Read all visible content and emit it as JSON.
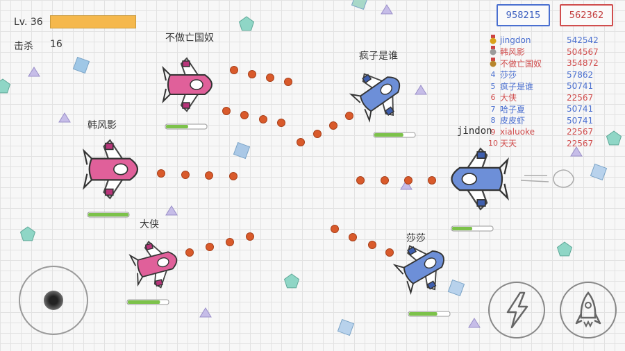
{
  "hud": {
    "level_label": "Lv. 36",
    "kills_label": "击杀",
    "kills_value": "16",
    "xp_fraction": 1.0
  },
  "teams": {
    "blue_score": "958215",
    "red_score": "562362",
    "blue_color": "#4a6fd0",
    "red_color": "#d04d4d"
  },
  "leaderboard": [
    {
      "rank": "",
      "icon": "gold-medal-icon",
      "name": "jingdon",
      "score": "542542",
      "team": "blue"
    },
    {
      "rank": "",
      "icon": "silver-medal-icon",
      "name": "韩风影",
      "score": "504567",
      "team": "red"
    },
    {
      "rank": "",
      "icon": "bronze-medal-icon",
      "name": "不做亡国奴",
      "score": "354872",
      "team": "red"
    },
    {
      "rank": "4",
      "name": "莎莎",
      "score": "57862",
      "team": "blue"
    },
    {
      "rank": "5",
      "name": "疯子是谁",
      "score": "50741",
      "team": "blue"
    },
    {
      "rank": "6",
      "name": "大侠",
      "score": "22567",
      "team": "red"
    },
    {
      "rank": "7",
      "name": "哈子夏",
      "score": "50741",
      "team": "blue"
    },
    {
      "rank": "8",
      "name": "皮皮虾",
      "score": "50741",
      "team": "blue"
    },
    {
      "rank": "9",
      "name": "xialuoke",
      "score": "22567",
      "team": "red"
    },
    {
      "rank": "10",
      "name": "天天",
      "score": "22567",
      "team": "red"
    }
  ],
  "players": [
    {
      "name": "不做亡国奴",
      "team": "red",
      "health": 0.55
    },
    {
      "name": "疯子是谁",
      "team": "blue",
      "health": 0.72
    },
    {
      "name": "韩风影",
      "team": "red",
      "health": 1.0
    },
    {
      "name": "jindon",
      "team": "blue",
      "health": 0.5
    },
    {
      "name": "大侠",
      "team": "red",
      "health": 0.8
    },
    {
      "name": "莎莎",
      "team": "blue",
      "health": 0.7
    }
  ],
  "controls": {
    "joystick_icon": "joystick-icon",
    "skill_icon": "lightning-icon",
    "boost_icon": "rocket-icon"
  }
}
